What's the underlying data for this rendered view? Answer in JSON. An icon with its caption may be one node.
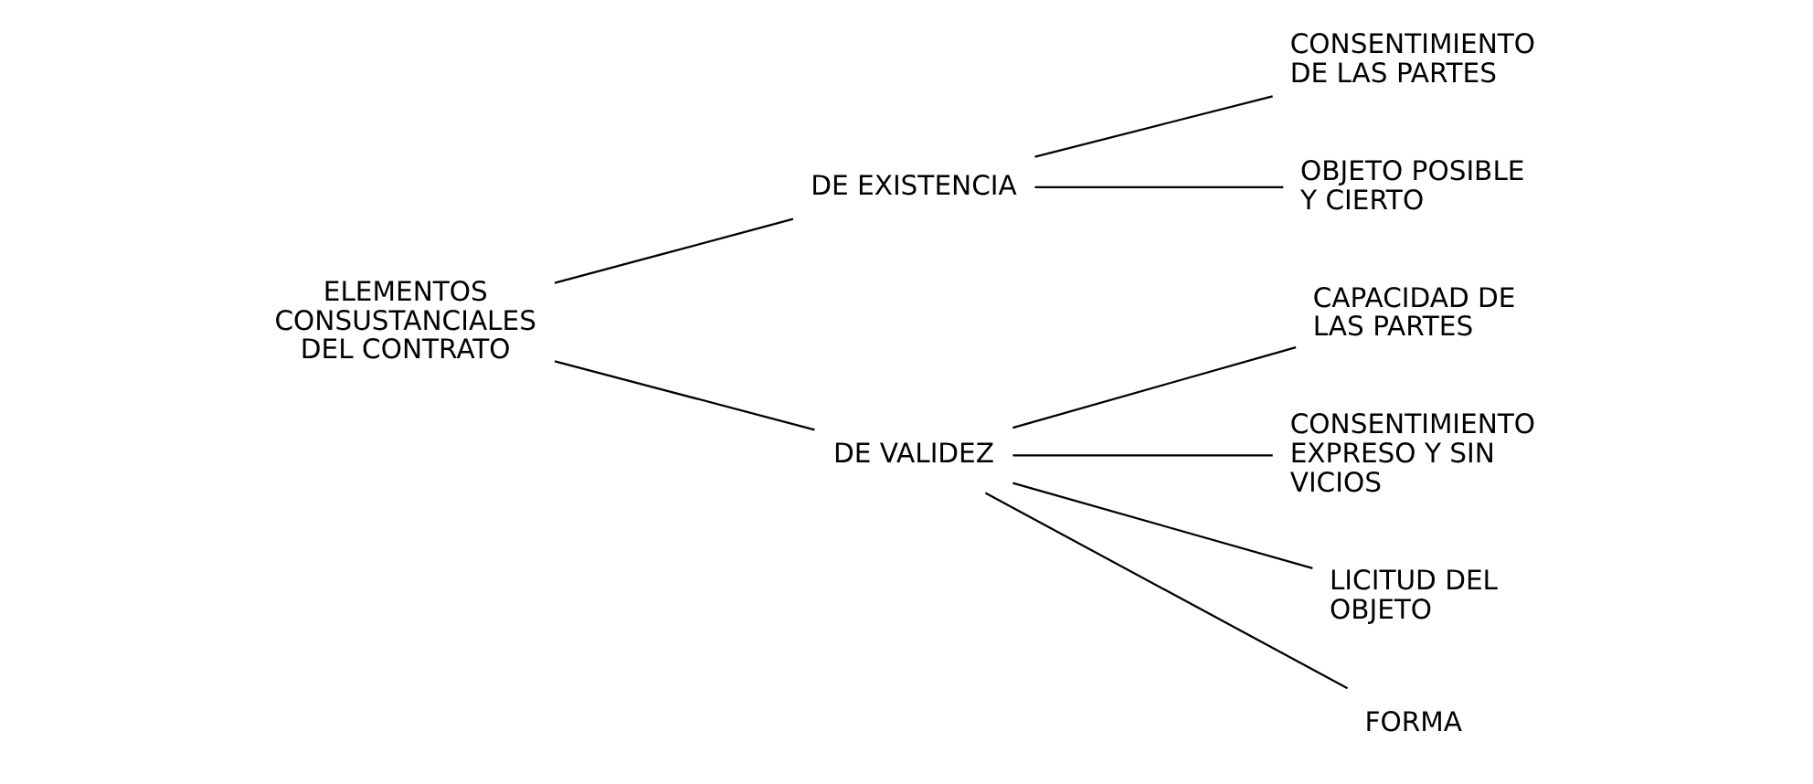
{
  "diagram": {
    "nodes": [
      {
        "text": [
          "ELEMENTOS CONSUSTANCIALES DEL CONTRATO"
        ]
      },
      {
        "text": [
          "DE EXISTENCIA"
        ]
      },
      {
        "text": [
          "CONSENTIMIENTO DE LAS PARTES"
        ]
      },
      {
        "text": [
          "OBJETO POSIBLE Y CIERTO"
        ]
      },
      {
        "text": [
          "DE VALIDEZ"
        ]
      },
      {
        "text": [
          "CAPACIDAD DE LAS PARTES"
        ]
      },
      {
        "text": [
          "CONSENTIMIENTO EXPRESO Y SIN VICIOS"
        ]
      },
      {
        "text": [
          "LICITUD DEL OBJETO"
        ]
      },
      {
        "text": [
          "FORMA"
        ]
      }
    ],
    "edges": [
      {
        "from": 0,
        "to": 1,
        "arrow": "none"
      },
      {
        "from": 0,
        "to": 4,
        "arrow": "none"
      },
      {
        "from": 1,
        "to": 2,
        "arrow": "none"
      },
      {
        "from": 1,
        "to": 3,
        "arrow": "none"
      },
      {
        "from": 4,
        "to": 5,
        "arrow": "none"
      },
      {
        "from": 4,
        "to": 6,
        "arrow": "none"
      },
      {
        "from": 4,
        "to": 7,
        "arrow": "none"
      },
      {
        "from": 4,
        "to": 8,
        "arrow": "none"
      }
    ]
  }
}
